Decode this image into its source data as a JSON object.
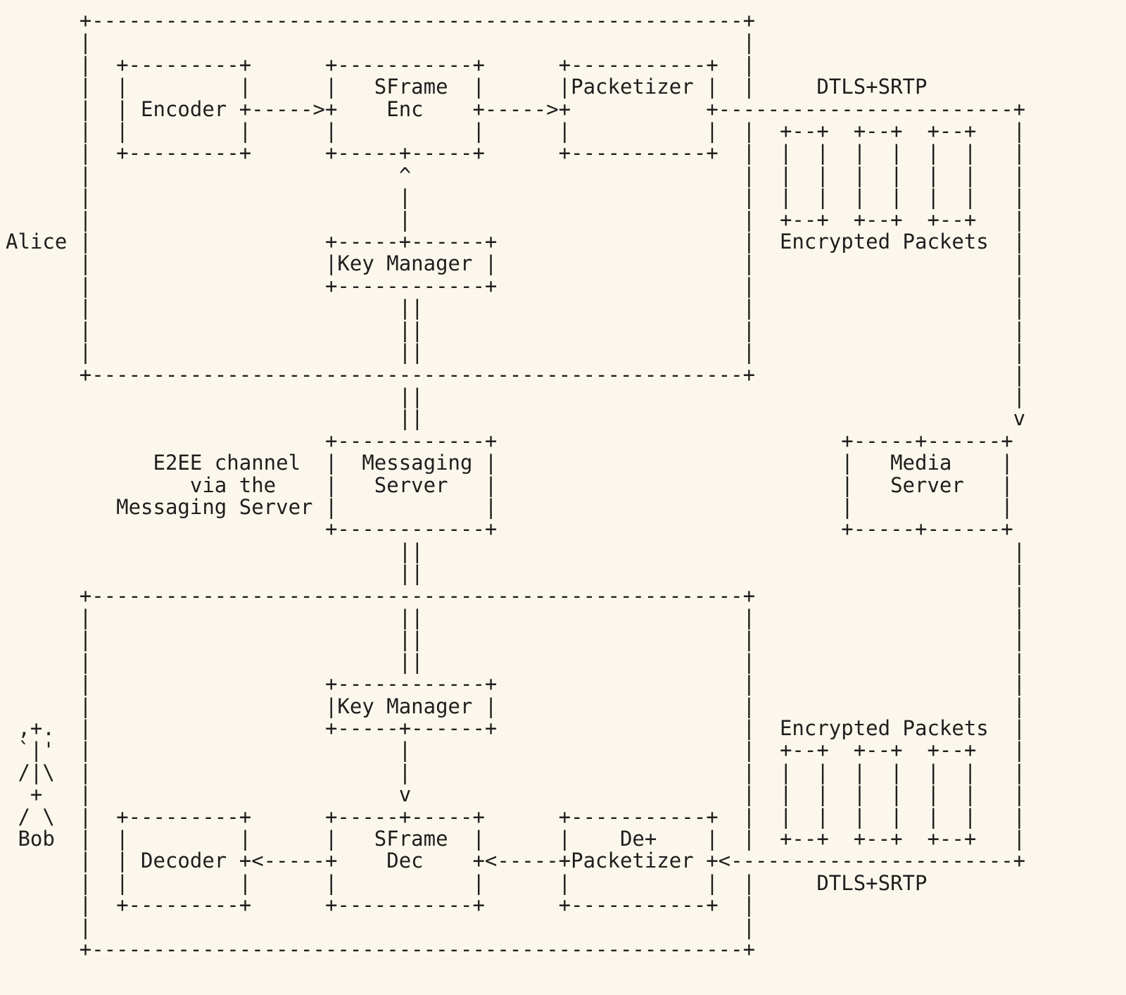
{
  "palette": {
    "background": "#fbf7ec",
    "ink": "#1e1e1e"
  },
  "legend": {
    "actors": [
      "Alice",
      "Bob"
    ],
    "components": [
      "Encoder",
      "SFrame Enc",
      "Packetizer",
      "Key Manager",
      "Messaging Server",
      "Media Server",
      "Key Manager",
      "Decoder",
      "SFrame Dec",
      "De+Packetizer"
    ],
    "channel_labels": [
      "DTLS+SRTP",
      "Encrypted Packets",
      "E2EE channel via the Messaging Server",
      "Encrypted Packets",
      "DTLS+SRTP"
    ]
  },
  "diagram": {
    "lines": [
      "      +-----------------------------------------------------+",
      "      |                                                     |",
      "      |  +---------+      +-----------+      +-----------+  |",
      "      |  |         |      |   SFrame  |      |Packetizer |  |     DTLS+SRTP",
      "      |  | Encoder +----->+    Enc    +----->+           +------------------------+",
      "      |  |         |      |           |      |           |  |  +--+  +--+  +--+   |",
      "      |  +---------+      +-----+-----+      +-----------+  |  |  |  |  |  |  |   |",
      "      |                         ^                           |  |  |  |  |  |  |   |",
      "      |                         |                           |  |  |  |  |  |  |   |",
      "      |                         |                           |  +--+  +--+  +--+   |",
      "Alice |                   +-----+------+                    |  Encrypted Packets  |",
      "      |                   |Key Manager |                    |                     |",
      "      |                   +------------+                    |                     |",
      "      |                         ||                          |                     |",
      "      |                         ||                          |                     |",
      "      |                         ||                          |                     |",
      "      +-----------------------------------------------------+                     |",
      "                                ||                                                |",
      "                                ||                                                v",
      "                          +------------+                            +-----+------+",
      "            E2EE channel  |  Messaging |                            |   Media    |",
      "               via the    |   Server   |                            |   Server   |",
      "         Messaging Server |            |                            |            |",
      "                          +------------+                            +-----+------+",
      "                                ||                                                |",
      "                                ||                                                |",
      "      +-----------------------------------------------------+                     |",
      "      |                         ||                          |                     |",
      "      |                         ||                          |                     |",
      "      |                         ||                          |                     |",
      "      |                   +------------+                    |                     |",
      "      |                   |Key Manager |                    |                     |",
      " ,+.  |                   +-----+------+                    |  Encrypted Packets  |",
      " `|'  |                         |                           |  +--+  +--+  +--+   |",
      " /|\\  |                         |                           |  |  |  |  |  |  |   |",
      "  +   |                         v                           |  |  |  |  |  |  |   |",
      " / \\  |  +---------+      +-----+-----+      +-----------+  |  |  |  |  |  |  |   |",
      " Bob  |  |         |      |   SFrame  |      |    De+    |  |  +--+  +--+  +--+   |",
      "      |  | Decoder +<-----+    Dec    +<-----+Packetizer +<-----------------------+",
      "      |  |         |      |           |      |           |  |     DTLS+SRTP",
      "      |  +---------+      +-----------+      +-----------+  |",
      "      |                                                     |",
      "      +-----------------------------------------------------+"
    ]
  }
}
